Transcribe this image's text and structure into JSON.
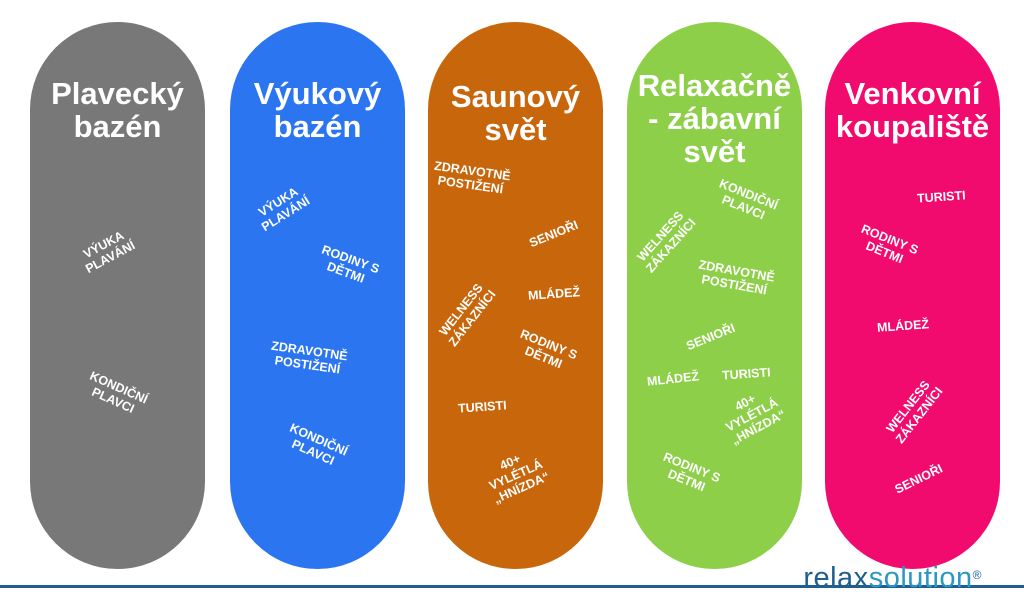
{
  "colors": {
    "pool1": "#787878",
    "pool2": "#2b76f0",
    "pool3": "#c8660c",
    "pool4": "#8ecf4a",
    "pool5": "#f20b6e",
    "brand_dark": "#1f5f8f",
    "brand_light": "#2b98c4"
  },
  "pools": [
    {
      "title": [
        "Plavecký",
        "bazén"
      ],
      "tags": [
        [
          "VÝUKA",
          "PLAVÁNÍ"
        ],
        [
          "KONDIČNÍ",
          "PLAVCI"
        ]
      ]
    },
    {
      "title": [
        "Výukový",
        "bazén"
      ],
      "tags": [
        [
          "VÝUKA",
          "PLAVÁNÍ"
        ],
        [
          "RODINY S",
          "DĚTMI"
        ],
        [
          "ZDRAVOTNĚ",
          "POSTIŽENÍ"
        ],
        [
          "KONDIČNÍ",
          "PLAVCI"
        ]
      ]
    },
    {
      "title": [
        "Saunový",
        "svět"
      ],
      "tags": [
        [
          "ZDRAVOTNĚ",
          "POSTIŽENÍ"
        ],
        [
          "SENIOŘI"
        ],
        [
          "WELNESS",
          "ZÁKAZNÍCI"
        ],
        [
          "MLÁDEŽ"
        ],
        [
          "RODINY S",
          "DĚTMI"
        ],
        [
          "TURISTI"
        ],
        [
          "40+",
          "VYLÉTLÁ",
          "„HNÍZDA“"
        ]
      ]
    },
    {
      "title": [
        "Relaxačně",
        "- zábavní",
        "svět"
      ],
      "tags": [
        [
          "WELNESS",
          "ZÁKAZNÍCI"
        ],
        [
          "KONDIČNÍ",
          "PLAVCI"
        ],
        [
          "ZDRAVOTNĚ",
          "POSTIŽENÍ"
        ],
        [
          "SENIOŘI"
        ],
        [
          "TURISTI"
        ],
        [
          "MLÁDEŽ"
        ],
        [
          "40+",
          "VYLÉTLÁ",
          "„HNÍZDA“"
        ],
        [
          "RODINY S",
          "DĚTMI"
        ]
      ]
    },
    {
      "title": [
        "Venkovní",
        "koupaliště"
      ],
      "tags": [
        [
          "TURISTI"
        ],
        [
          "RODINY S",
          "DĚTMI"
        ],
        [
          "MLÁDEŽ"
        ],
        [
          "WELNESS",
          "ZÁKAZNÍCI"
        ],
        [
          "SENIOŘI"
        ]
      ]
    }
  ],
  "logo": {
    "part1": "relax",
    "part2": "solution",
    "mark": "®"
  }
}
